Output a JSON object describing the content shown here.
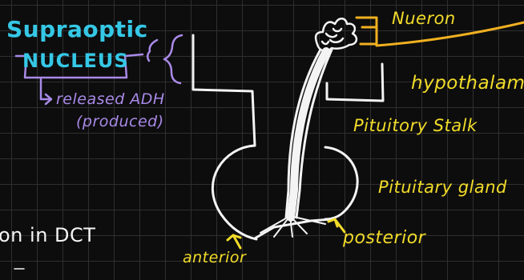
{
  "labels": {
    "supraoptic": "Supraoptic",
    "nucleus": "NUCLEUS",
    "released": "released ADH",
    "produced": "(produced)",
    "nueron": "Nueron",
    "hypothalamus": "hypothalamus",
    "stalk": "Pituitory Stalk",
    "gland": "Pituitary gland",
    "posterior": "posterior",
    "anterior": "anterior",
    "dct": "on in DCT"
  },
  "colors": {
    "background": "#0d0d0d",
    "grid": "#2f2f2f",
    "white_ink": "#f4f4f4",
    "cyan_ink": "#35c8e6",
    "purple_ink": "#a98ae8",
    "yellow_ink": "#f2dc2a",
    "orange_ink": "#f0b020"
  }
}
